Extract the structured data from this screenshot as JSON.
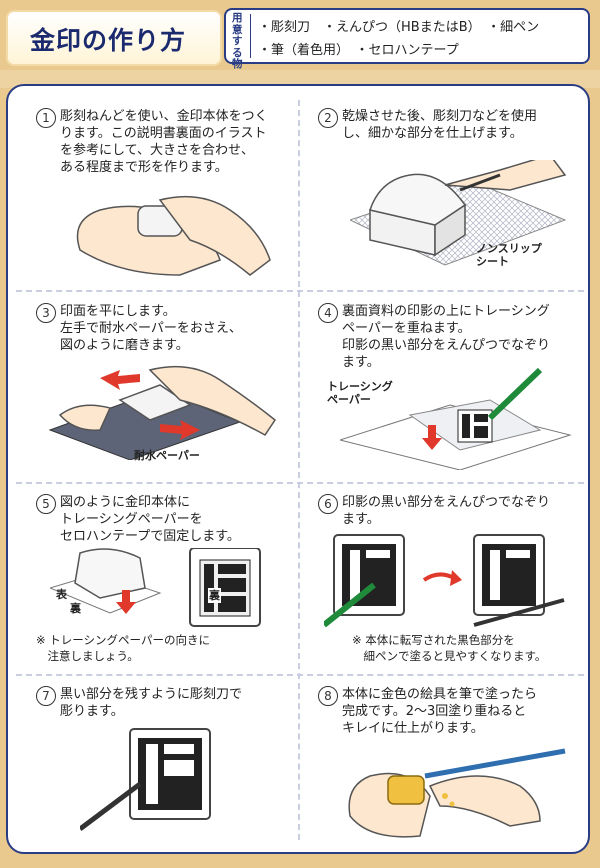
{
  "header": {
    "title": "金印の作り方"
  },
  "materials": {
    "label": "用意する物",
    "line1": "・彫刻刀　・えんぴつ（HBまたはB）　・細ペン",
    "line2": "・筆（着色用）　・セロハンテープ"
  },
  "steps": [
    {
      "number": "1",
      "text": "彫刻ねんどを使い、金印本体をつく\nります。この説明書裏面のイラスト\nを参考にして、大きさを合わせ、\nある程度まで形を作ります。"
    },
    {
      "number": "2",
      "text": "乾燥させた後、彫刻刀などを使用\nし、細かな部分を仕上げます。",
      "label": "ノンスリップ\nシート"
    },
    {
      "number": "3",
      "text": "印面を平にします。\n左手で耐水ペーパーをおさえ、\n図のように磨きます。",
      "label": "耐水ペーパー"
    },
    {
      "number": "4",
      "text": "裏面資料の印影の上にトレーシング\nペーパーを重ねます。\n印影の黒い部分をえんぴつでなぞり\nます。",
      "label": "トレーシング\nペーパー"
    },
    {
      "number": "5",
      "text": "図のように金印本体に\nトレーシングペーパーを\nセロハンテープで固定します。",
      "label_front": "表",
      "label_back": "裏",
      "label_back2": "裏",
      "note": "※ トレーシングペーパーの向きに\n　注意しましょう。"
    },
    {
      "number": "6",
      "text": "印影の黒い部分をえんぴつでなぞり\nます。",
      "note": "※ 本体に転写された黒色部分を\n　細ペンで塗ると見やすくなります。"
    },
    {
      "number": "7",
      "text": "黒い部分を残すように彫刻刀で\n彫ります。"
    },
    {
      "number": "8",
      "text": "本体に金色の絵具を筆で塗ったら\n完成です。2〜3回塗り重ねると\nキレイに仕上がります。"
    }
  ],
  "colors": {
    "navy": "#2a3c84",
    "arrow_red": "#e0392b",
    "pencil_green": "#1f8a3a",
    "clay": "#f2f2f2",
    "gold": "#f0c040"
  }
}
